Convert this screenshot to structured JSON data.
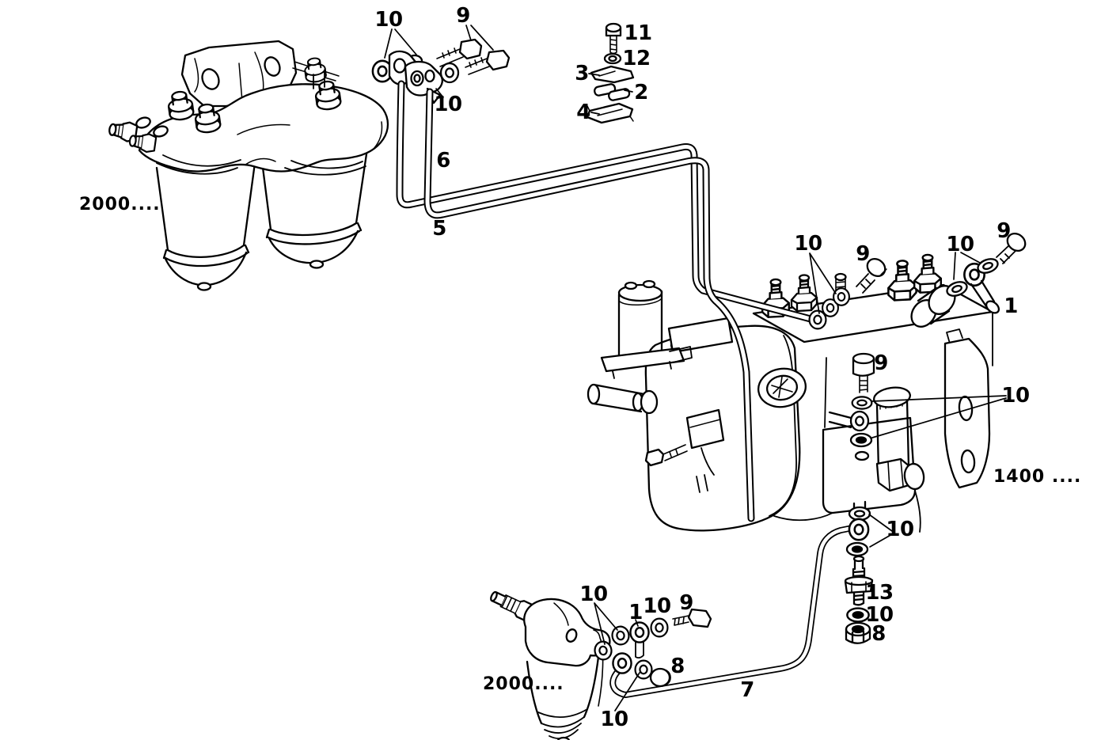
{
  "figure": {
    "background_color": "#ffffff",
    "line_color": "#000000"
  },
  "assembly_labels": [
    {
      "ref": "fuel-filter-assembly-top",
      "label": "2000...."
    },
    {
      "ref": "injection-pump",
      "label": "1400 ...."
    },
    {
      "ref": "fuel-prefilter-bottom",
      "label": "2000...."
    }
  ],
  "callouts": [
    {
      "label": "10",
      "ref": "filter-outlet-seal-washers"
    },
    {
      "label": "9",
      "ref": "filter-outlet-banjo-bolts"
    },
    {
      "label": "10",
      "ref": "filter-outlet-lower-washer"
    },
    {
      "label": "11",
      "ref": "clamp-bolt"
    },
    {
      "label": "12",
      "ref": "clamp-lock-washer"
    },
    {
      "label": "3",
      "ref": "clamp-upper-half"
    },
    {
      "label": "2",
      "ref": "clamp-pipe-section"
    },
    {
      "label": "4",
      "ref": "clamp-lower-half"
    },
    {
      "label": "6",
      "ref": "fuel-return-pipe"
    },
    {
      "label": "5",
      "ref": "fuel-supply-pipe"
    },
    {
      "label": "10",
      "ref": "pump-inlet-seal-washers"
    },
    {
      "label": "9",
      "ref": "pump-inlet-banjo-bolt"
    },
    {
      "label": "10",
      "ref": "overflow-seal-washers"
    },
    {
      "label": "9",
      "ref": "overflow-banjo-bolt"
    },
    {
      "label": "1",
      "ref": "overflow-banjo-union"
    },
    {
      "label": "9",
      "ref": "pump-side-banjo-bolt"
    },
    {
      "label": "10",
      "ref": "pump-side-seal-washers"
    },
    {
      "label": "10",
      "ref": "pump-bottom-seal-washers"
    },
    {
      "label": "13",
      "ref": "check-valve-fitting"
    },
    {
      "label": "10",
      "ref": "check-valve-seal-washer"
    },
    {
      "label": "8",
      "ref": "check-valve-nut"
    },
    {
      "label": "10",
      "ref": "prefilter-seal-washers"
    },
    {
      "label": "1",
      "ref": "prefilter-banjo-union"
    },
    {
      "label": "10",
      "ref": "prefilter-upper-washer"
    },
    {
      "label": "9",
      "ref": "prefilter-banjo-bolt"
    },
    {
      "label": "8",
      "ref": "prefilter-plug"
    },
    {
      "label": "7",
      "ref": "prefilter-to-pump-pipe"
    },
    {
      "label": "10",
      "ref": "prefilter-lower-washer"
    }
  ]
}
